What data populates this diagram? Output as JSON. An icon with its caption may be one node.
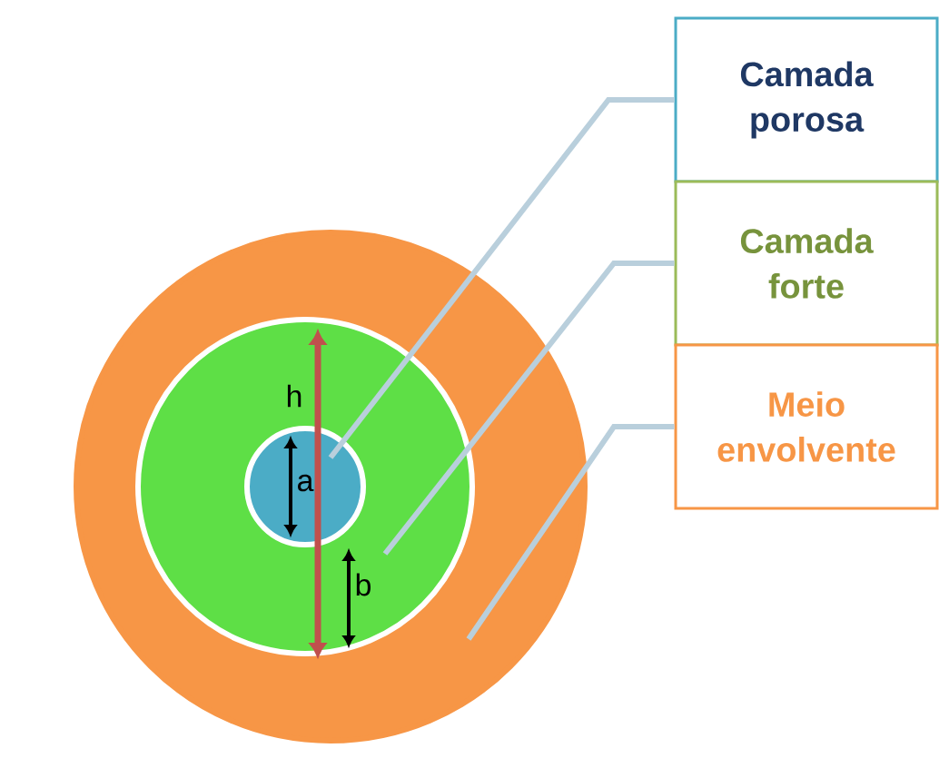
{
  "diagram": {
    "nodes": [
      {
        "text": [
          "Camada porosa"
        ]
      },
      {
        "text": [
          "Camada forte"
        ]
      },
      {
        "text": [
          "Meio envolvente"
        ]
      },
      {
        "text": [],
        "shape": "circle"
      },
      {
        "text": [],
        "shape": "circle",
        "in": 3
      },
      {
        "text": [],
        "shape": "circle",
        "in": 4
      }
    ],
    "edges": [
      {
        "from": 0,
        "to": 5,
        "arrow": "none"
      },
      {
        "from": 1,
        "to": 4,
        "arrow": "none"
      },
      {
        "from": 2,
        "to": 3,
        "arrow": "none"
      }
    ],
    "labels": [
      "h",
      "a",
      "b"
    ]
  }
}
